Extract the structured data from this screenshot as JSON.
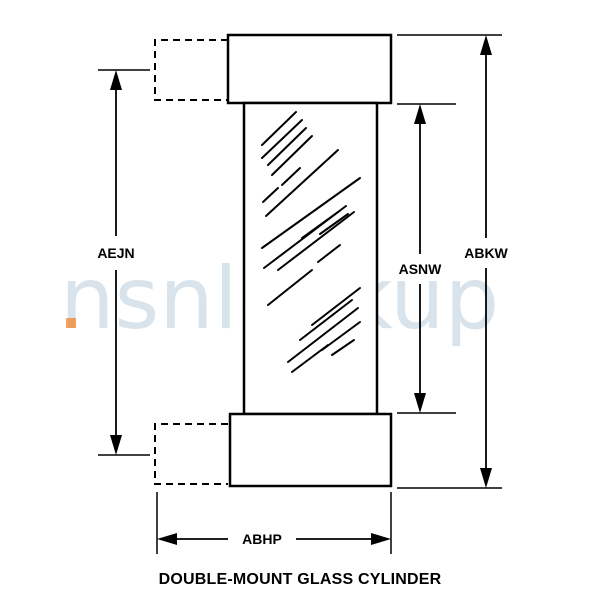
{
  "diagram": {
    "caption": "DOUBLE-MOUNT GLASS CYLINDER",
    "dimensions": {
      "aejn": "AEJN",
      "asnw": "ASNW",
      "abkw": "ABKW",
      "abhp": "ABHP"
    },
    "watermark": "nsnlookup",
    "watermark_color": "#b9cddd",
    "watermark_dot_color": "#f28c3a"
  }
}
